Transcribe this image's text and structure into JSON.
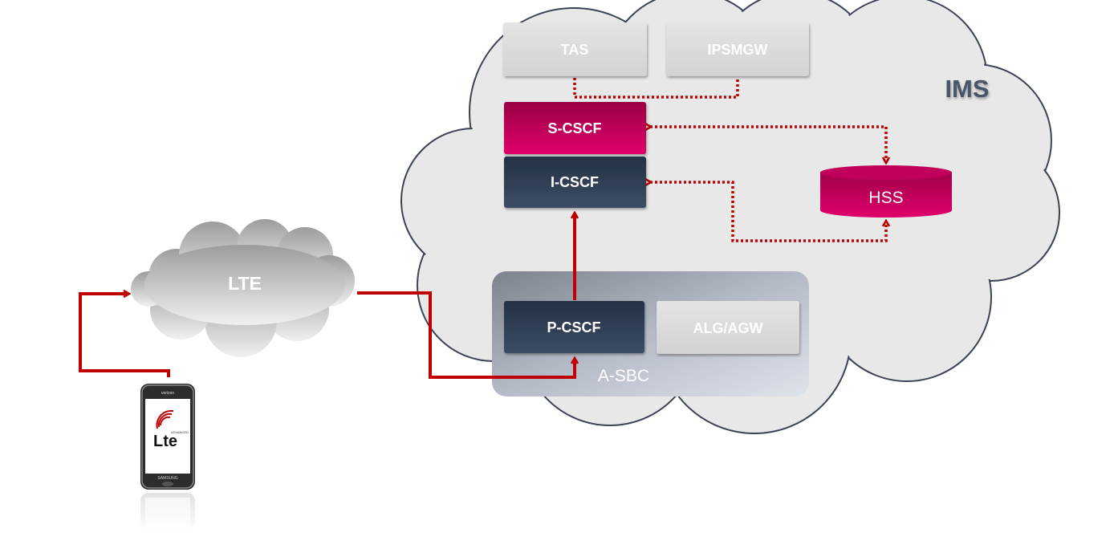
{
  "diagram": {
    "ims_cloud_label": "IMS",
    "lte_cloud_label": "LTE",
    "asbc_label": "A-SBC",
    "nodes": {
      "tas": "TAS",
      "ipsmgw": "IPSMGW",
      "scscf": "S-CSCF",
      "icscf": "I-CSCF",
      "hss": "HSS",
      "pcscf": "P-CSCF",
      "alg": "ALG/AGW"
    },
    "phone": {
      "screen_logo": "Lte",
      "screen_badge": "ADVANCED",
      "brand": "SAMSUNG",
      "carrier": "verizon"
    }
  },
  "colors": {
    "link_red": "#c00000",
    "cscf_magenta": "#c8005a",
    "cscf_navy": "#2f3e52",
    "server_gray": "#dcdcdc",
    "cloud_fill": "#e8e8e8"
  }
}
